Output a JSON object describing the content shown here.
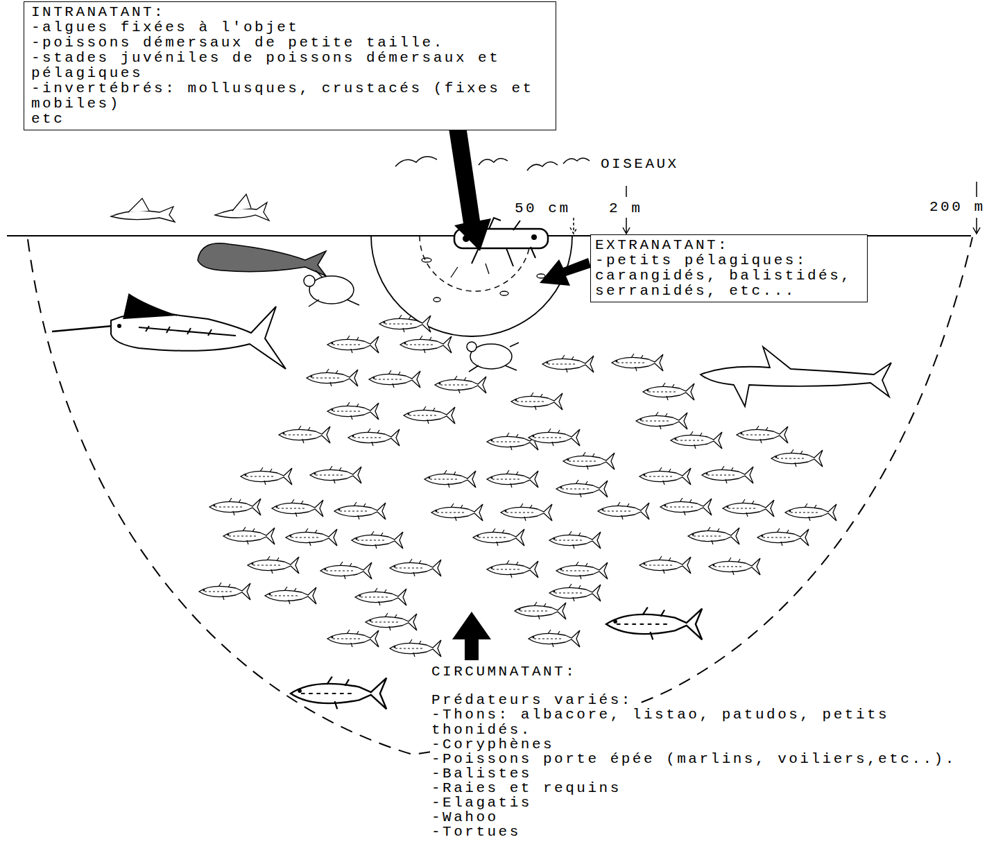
{
  "diagram": {
    "nodes": [
      {
        "text": [
          "INTRANATANT:",
          "-algues fixées à l'objet",
          "-poissons démersaux de petite taille.",
          "-stades juvéniles de poissons démersaux et pélagiques",
          "-invertébrés: mollusques, crustacés (fixes et mobiles)",
          "etc"
        ]
      },
      {
        "text": [
          "EXTRANATANT:",
          "-petits pélagiques: carangidés, balistidés, serranidés, etc..."
        ]
      }
    ],
    "labels": [
      "OISEAUX",
      "50 cm",
      "2 m",
      "200 m",
      "CIRCUMNATANT:",
      "Prédateurs variés:",
      "-Thons: albacore, listao, patudos, petits thonidés.",
      "-Coryphènes",
      "-Poissons porte épée (marlins, voiliers,etc..).",
      "-Balistes",
      "-Raies et requins",
      "-Elagatis",
      "-Wahoo",
      "-Tortues"
    ]
  }
}
